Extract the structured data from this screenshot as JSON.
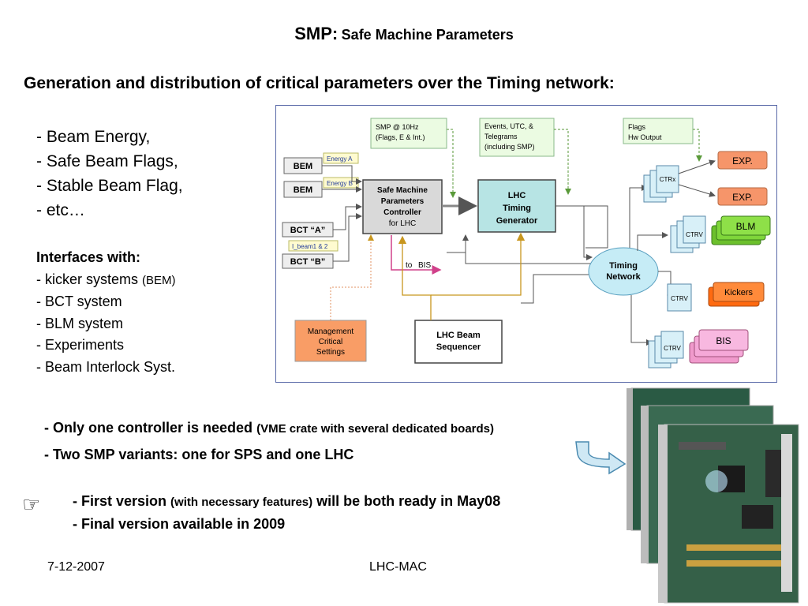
{
  "title": {
    "prefix": "SMP:",
    "rest": "Safe Machine Parameters"
  },
  "subtitle": "Generation and distribution of critical parameters over the Timing network:",
  "parameters": [
    "- Beam Energy,",
    "- Safe Beam Flags,",
    "- Stable Beam Flag,",
    "- etc…"
  ],
  "interfaces": {
    "heading": "Interfaces with:",
    "kicker_main": "- kicker systems",
    "kicker_small": "(BEM)",
    "items": [
      "- BCT system",
      "- BLM system",
      "- Experiments",
      "- Beam Interlock Syst."
    ]
  },
  "diagram": {
    "bem1": "BEM",
    "bem2": "BEM",
    "energy_a": "Energy A",
    "energy_b": "Energy B",
    "bct_a": "BCT “A”",
    "bct_b": "BCT “B”",
    "ibeam": "I_beam1  & 2",
    "smp_note": [
      "SMP @ 10Hz",
      "(Flags, E & Int.)"
    ],
    "events_note": [
      "Events, UTC, &",
      "Telegrams",
      "(including SMP)"
    ],
    "flags_note": [
      "Flags",
      "Hw Output"
    ],
    "controller": [
      "Safe Machine",
      "Parameters",
      "Controller",
      "for LHC"
    ],
    "generator": [
      "LHC",
      "Timing",
      "Generator"
    ],
    "timing_network": [
      "Timing",
      "Network"
    ],
    "to_label": "to",
    "bis_label": "BIS",
    "management": [
      "Management",
      "Critical",
      "Settings"
    ],
    "sequencer": [
      "LHC Beam",
      "Sequencer"
    ],
    "ctrx": "CTRx",
    "ctrv": "CTRV",
    "exp": "EXP.",
    "blm": "BLM",
    "kickers": "Kickers",
    "bis": "BIS"
  },
  "bullets": {
    "b1_main": "- Only one controller is needed",
    "b1_small": "(VME crate with several dedicated boards)",
    "b2": "- Two SMP variants: one for SPS and one LHC",
    "b3_a": "- First version",
    "b3_small": "(with necessary features)",
    "b3_b": "will be both ready in May08",
    "b4": "- Final version available in 2009"
  },
  "hand_icon": "pointing-hand-icon",
  "colors": {
    "controller_fill": "#d9d9d9",
    "generator_fill": "#b7e4e4",
    "network_fill": "#c6ecf6",
    "exp_fill": "#f6956a",
    "blm_fill": "#7fd63a",
    "kickers_fill": "#ff7f27",
    "bis_fill": "#f5a8d8",
    "management_fill": "#f99d66",
    "note_fill": "#ebfbe2",
    "ctr_fill": "#d8f0f8",
    "energy_label_fill": "#fffbd0"
  },
  "footer": {
    "date": "7-12-2007",
    "org": "LHC-MAC"
  }
}
